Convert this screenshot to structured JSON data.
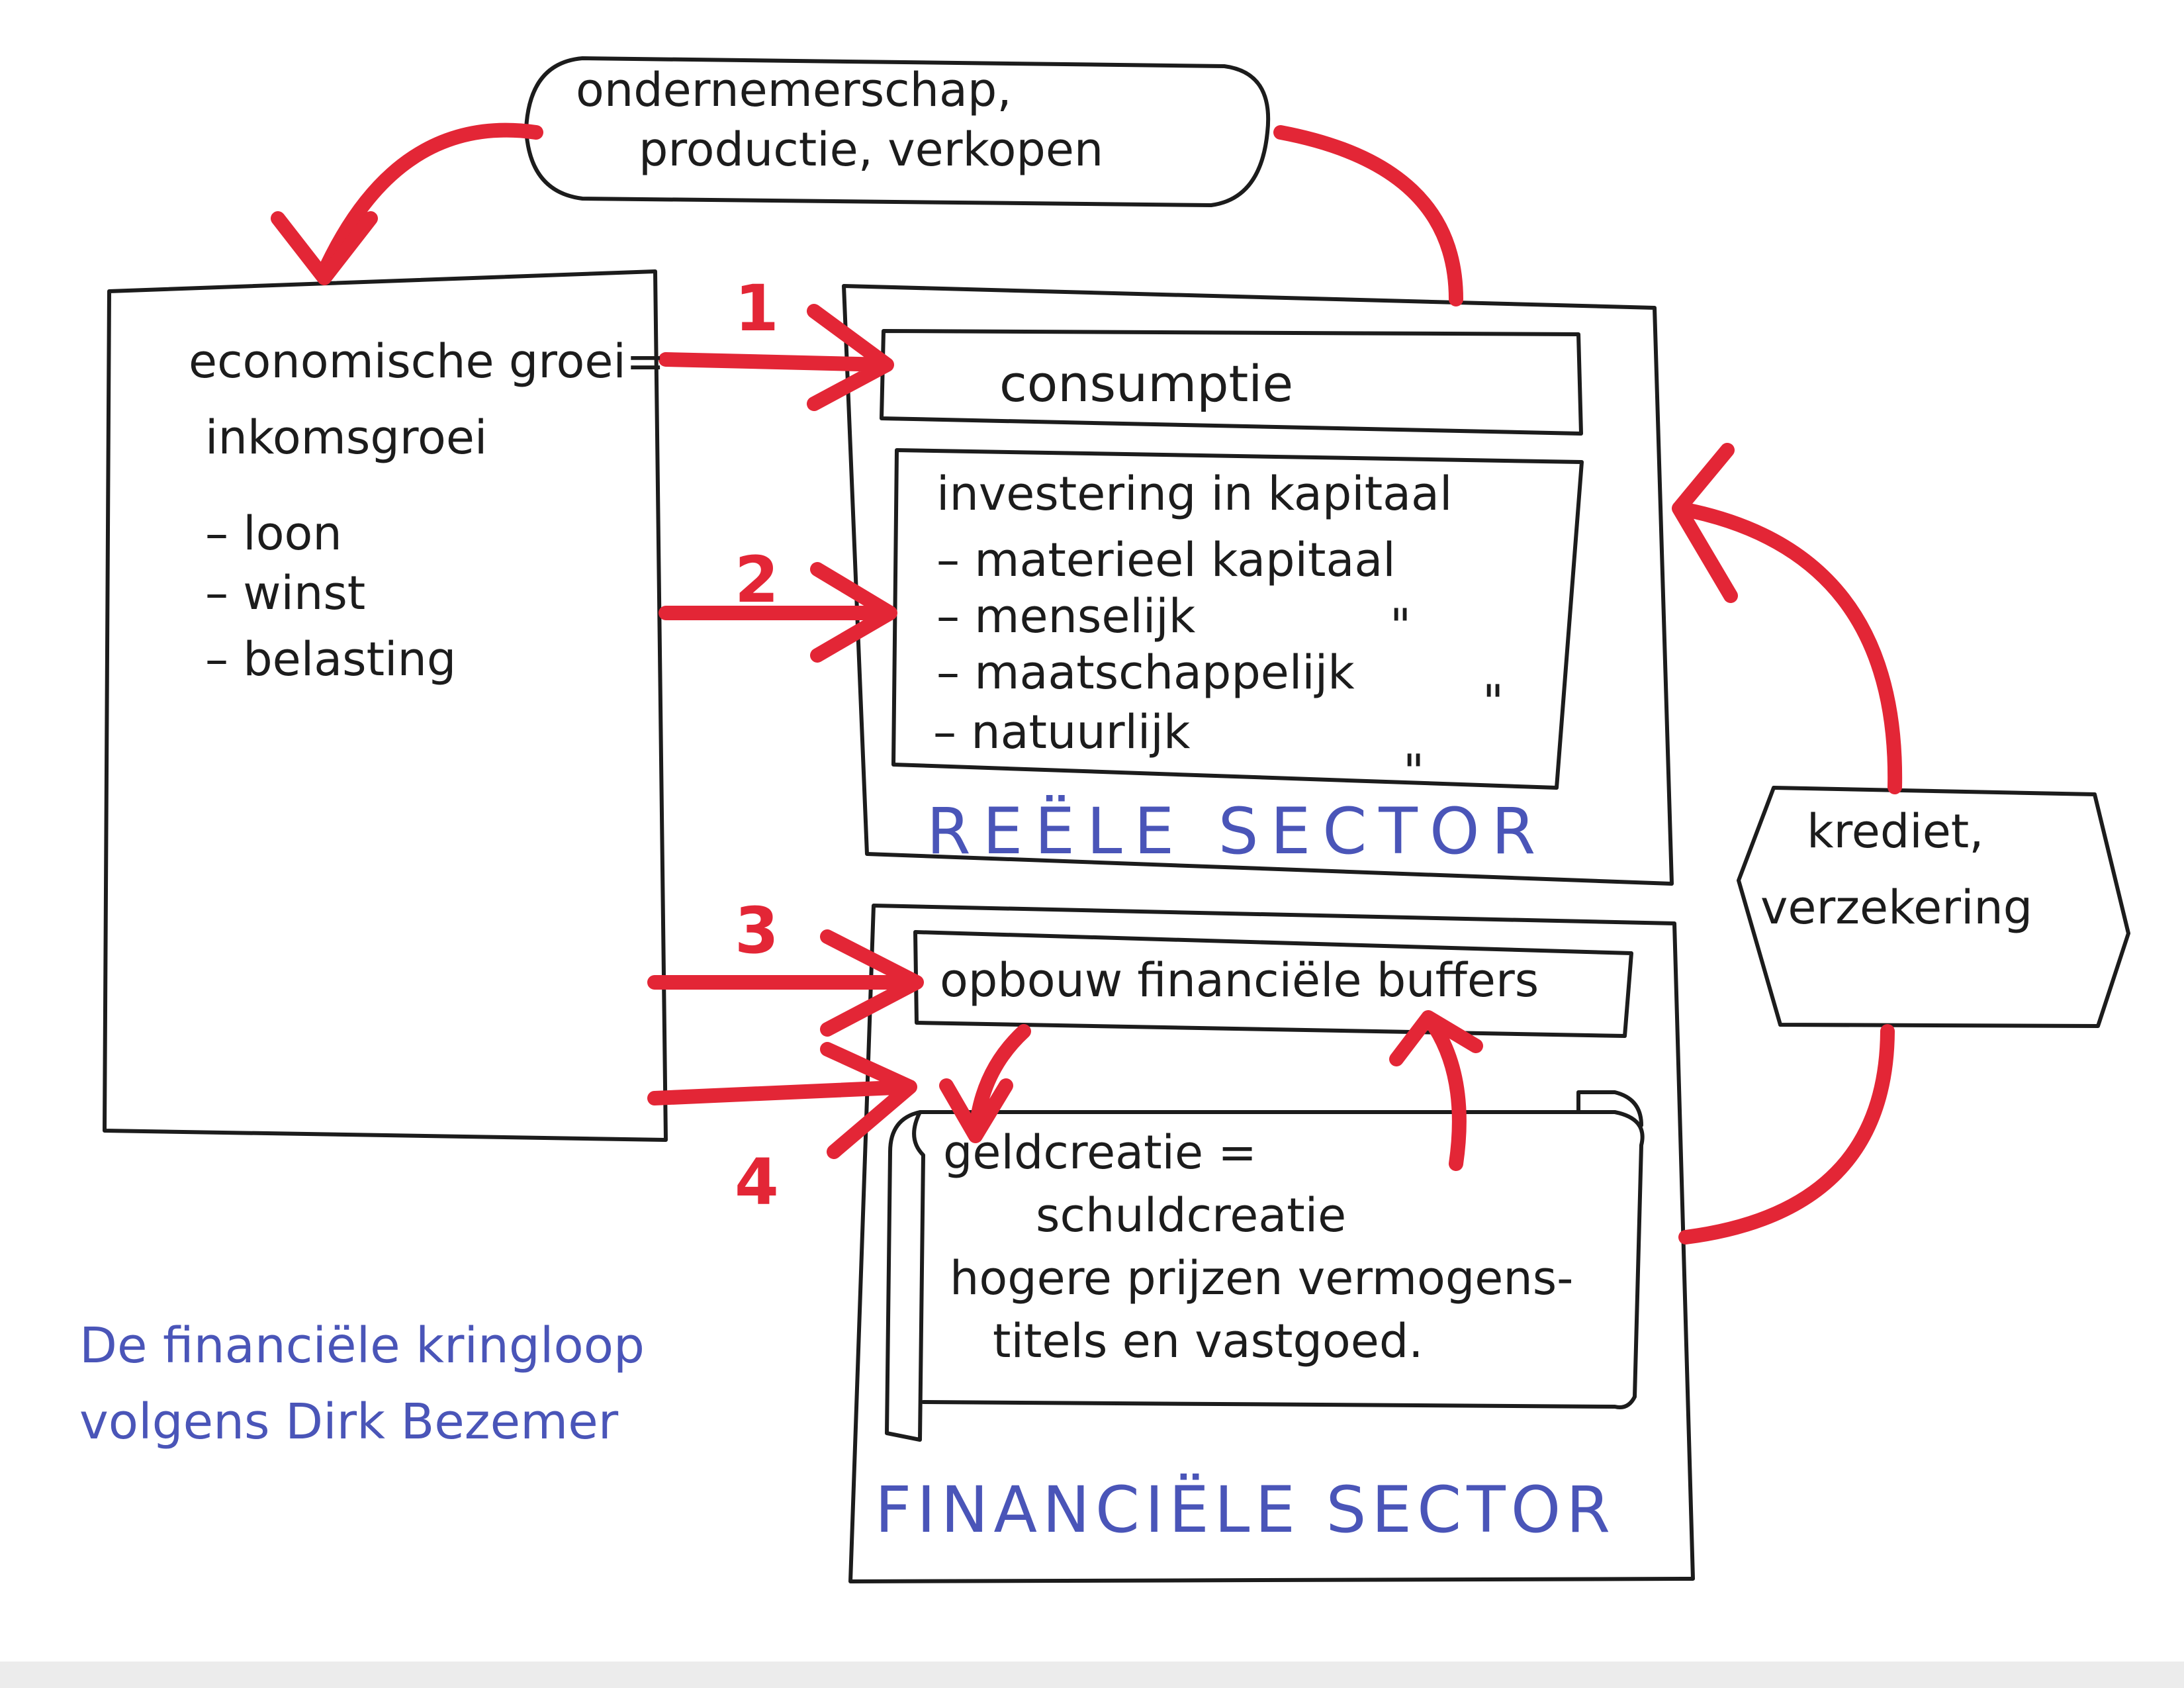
{
  "top_node": {
    "line1": "ondernemerschap,",
    "line2": "productie, verkopen"
  },
  "left_box": {
    "title_line1": "economische groei=",
    "title_line2": "inkomsgroei",
    "items": [
      "– loon",
      "– winst",
      "– belasting"
    ]
  },
  "real_sector": {
    "label": "REËLE SECTOR",
    "consumption": "consumptie",
    "investment_title": "investering in kapitaal",
    "investment_items": [
      {
        "text": "– materieel  kapitaal",
        "ditto": ""
      },
      {
        "text": "– menselijk",
        "ditto": "\""
      },
      {
        "text": "– maatschappelijk",
        "ditto": "\""
      },
      {
        "text": "– natuurlijk",
        "ditto": "\""
      }
    ]
  },
  "financial_sector": {
    "label": "FINANCIËLE SECTOR",
    "buffers": "opbouw financiële buffers",
    "scroll_lines": [
      "geldcreatie =",
      "schuldcreatie",
      "hogere prijzen vermogens-",
      "titels en vastgoed."
    ]
  },
  "credit_node": {
    "line1": "krediet,",
    "line2": "verzekering"
  },
  "flow_numbers": [
    "1",
    "2",
    "3",
    "4"
  ],
  "caption": {
    "line1": "De financiële kringloop",
    "line2": "volgens Dirk Bezemer"
  },
  "colors": {
    "ink": "#1c1c1c",
    "arrow": "#e32636",
    "caption": "#4a55b8"
  }
}
